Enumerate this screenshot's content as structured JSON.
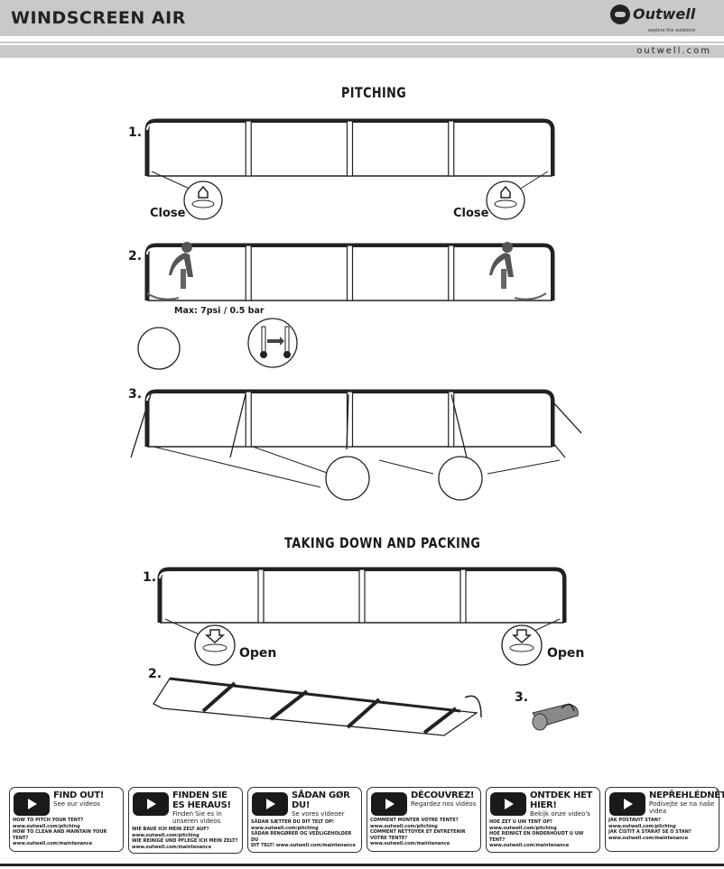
{
  "header": {
    "title": "WINDSCREEN AIR",
    "brand": "Outwell",
    "tagline": "explore the outdoors",
    "website": "outwell.com"
  },
  "pitching": {
    "heading": "PITCHING",
    "step1": {
      "num": "1.",
      "left_label": "Close",
      "right_label": "Close"
    },
    "step2": {
      "num": "2.",
      "pressure": "Max: 7psi / 0.5 bar"
    },
    "step3": {
      "num": "3."
    }
  },
  "packing": {
    "heading": "TAKING DOWN AND PACKING",
    "step1": {
      "num": "1.",
      "left_label": "Open",
      "right_label": "Open"
    },
    "step2": {
      "num": "2."
    },
    "step3": {
      "num": "3."
    }
  },
  "video_boxes": [
    {
      "title": "FIND OUT!",
      "subtitle": "See our videos",
      "q1": "HOW TO PITCH YOUR TENT?",
      "u1": "www.outwell.com/pitching",
      "q2": "HOW TO CLEAN AND MAINTAIN YOUR TENT?",
      "u2": "www.outwell.com/maintenance"
    },
    {
      "title": "FINDEN SIE ES HERAUS!",
      "subtitle": "Finden Sie es in unseren videos",
      "q1": "WIE BAUE ICH MEIN ZELT AUF?",
      "u1": "www.outwell.com/pitching",
      "q2": "WIE REINIGE UND PFLEGE ICH MEIN ZELT?",
      "u2": "www.outwell.com/maintenance"
    },
    {
      "title": "SÅDAN GØR DU!",
      "subtitle": "Se vores videoer",
      "q1": "SÅDAN SÆTTER DU DIT TELT OP!",
      "u1": "www.outwell.com/pitching",
      "q2": "SÅDAN RENGØRER OG VEDLIGEHOLDER DU",
      "u2": "DIT TELT! www.outwell.com/maintenance"
    },
    {
      "title": "DÉCOUVREZ!",
      "subtitle": "Regardez nos vidéos",
      "q1": "COMMENT MONTER VOTRE TENTE?",
      "u1": "www.outwell.com/pitching",
      "q2": "COMMENT NETTOYER ET ENTRETENIR",
      "u2": "VOTRE TENTE? www.outwell.com/maintenance"
    },
    {
      "title": "ONTDEK HET HIER!",
      "subtitle": "Bekijk onze video's",
      "q1": "HOE ZET U UW TENT OP?",
      "u1": "www.outwell.com/pitching",
      "q2": "HOE REINIGT EN ONDERHOUDT U UW TENT?",
      "u2": "www.outwell.com/maintenance"
    },
    {
      "title": "NEPŘEHLÉDNĚTE!",
      "subtitle": "Podívejte se na naše videa",
      "q1": "JAK POSTAVIT STAN?",
      "u1": "www.outwell.com/pitching",
      "q2": "JAK ČISTIT A STARAT SE O STAN?",
      "u2": "www.outwell.com/maintenance"
    }
  ]
}
